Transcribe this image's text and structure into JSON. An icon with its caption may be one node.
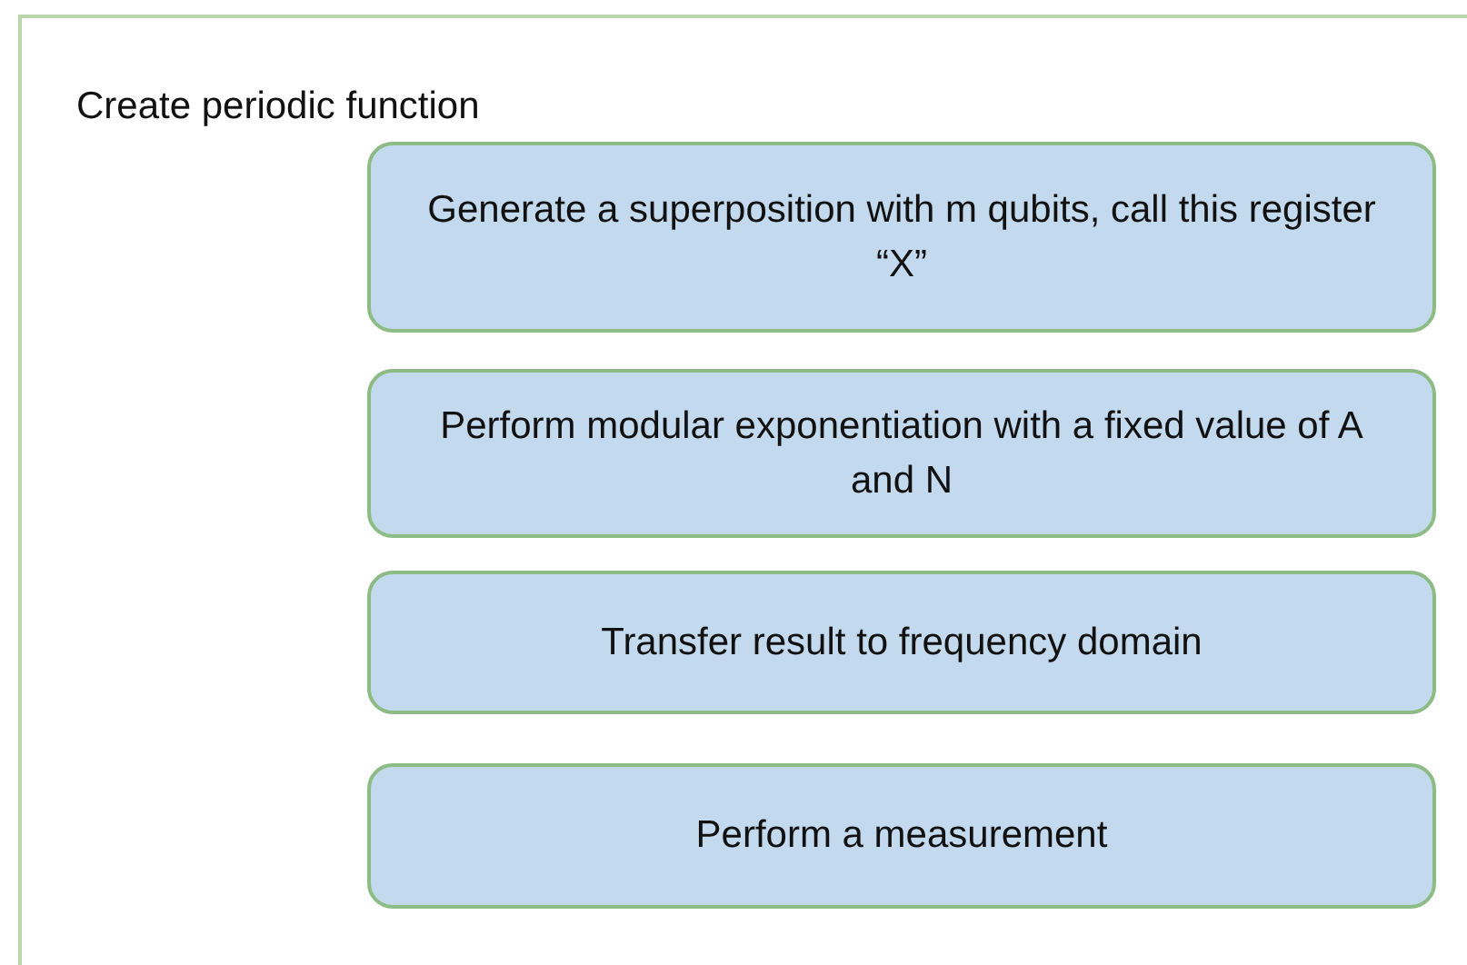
{
  "diagram": {
    "nodes": [
      {
        "text": [
          "Create periodic function"
        ]
      },
      {
        "text": [
          "Generate a superposition with m qubits, call this register “X”"
        ],
        "in": 0
      },
      {
        "text": [
          "Perform modular exponentiation with a fixed value of A and N"
        ],
        "in": 0
      },
      {
        "text": [
          "Transfer result to frequency domain"
        ],
        "in": 0
      },
      {
        "text": [
          "Perform a measurement"
        ],
        "in": 0
      }
    ]
  }
}
